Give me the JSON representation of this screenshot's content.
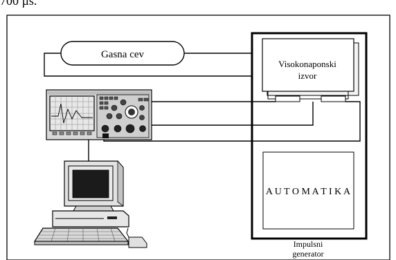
{
  "caption_fragment": "700 µs.",
  "labels": {
    "gas_tube": "Gasna cev",
    "hv_source_line1": "Visokonaponski",
    "hv_source_line2": "izvor",
    "automatika": "A U T O M A T I K A",
    "pulse_generator_line1": "Impulsni",
    "pulse_generator_line2": "generator"
  }
}
